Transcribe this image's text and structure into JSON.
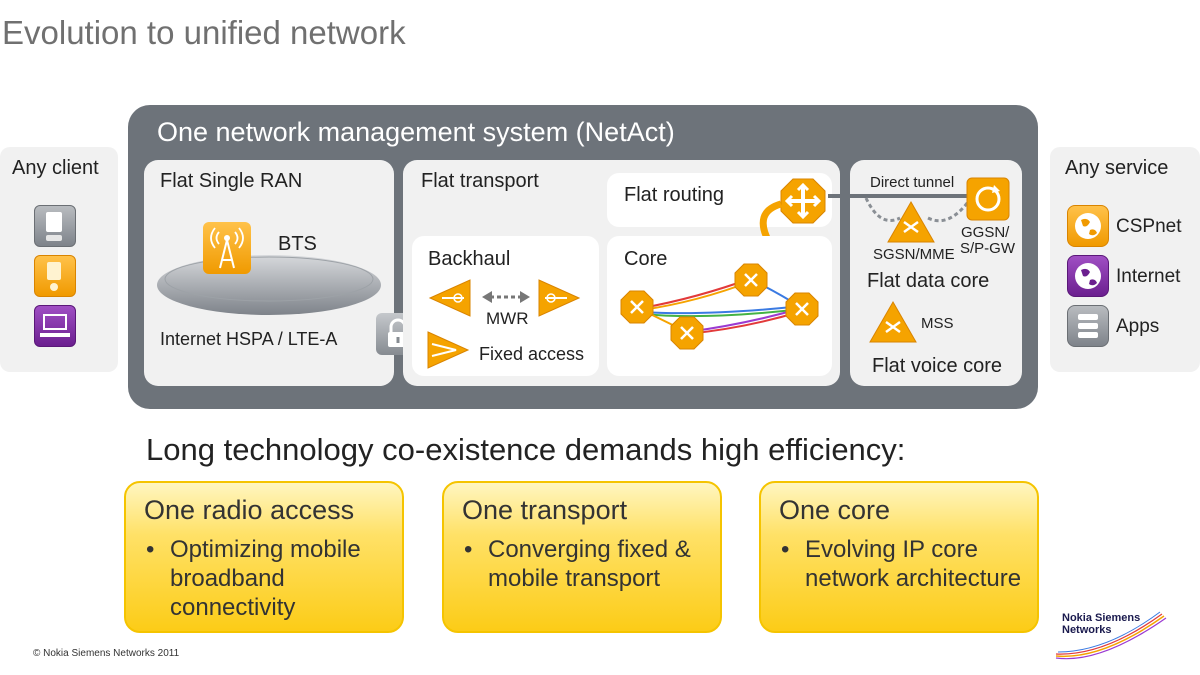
{
  "title": "Evolution to unified network",
  "frame_title": "One network management system (NetAct)",
  "left_panel": {
    "title": "Any client"
  },
  "right_panel": {
    "title": "Any service",
    "items": [
      {
        "label": "CSPnet",
        "icon": "globe-icon",
        "color": "#f09a00"
      },
      {
        "label": "Internet",
        "icon": "globe-icon",
        "color": "#6b1f8f"
      },
      {
        "label": "Apps",
        "icon": "stack-icon",
        "color": "#8a8f95"
      }
    ]
  },
  "ran": {
    "title": "Flat Single RAN",
    "bts": "BTS",
    "tech": "Internet HSPA / LTE-A"
  },
  "transport": {
    "title": "Flat transport",
    "routing": "Flat routing",
    "backhaul": "Backhaul",
    "mwr": "MWR",
    "fixed": "Fixed access",
    "core": "Core"
  },
  "core_panel": {
    "direct_tunnel": "Direct tunnel",
    "ggsn": "GGSN/",
    "spgw": "S/P-GW",
    "sgsn": "SGSN/MME",
    "data_core": "Flat data core",
    "mss": "MSS",
    "voice_core": "Flat voice core"
  },
  "subtitle": "Long technology co-existence demands high efficiency:",
  "boxes": [
    {
      "head": "One radio access",
      "bullet": "Optimizing mobile broadband connectivity"
    },
    {
      "head": "One transport",
      "bullet": "Converging fixed & mobile transport"
    },
    {
      "head": "One core",
      "bullet": "Evolving IP core network architecture"
    }
  ],
  "bullet_char": "•",
  "copyright": "© Nokia Siemens Networks 2011",
  "logo": {
    "line1": "Nokia Siemens",
    "line2": "Networks"
  },
  "colors": {
    "frame": "#6d737a",
    "accent_orange": "#f5a300",
    "box_yellow": "#fccc17"
  }
}
